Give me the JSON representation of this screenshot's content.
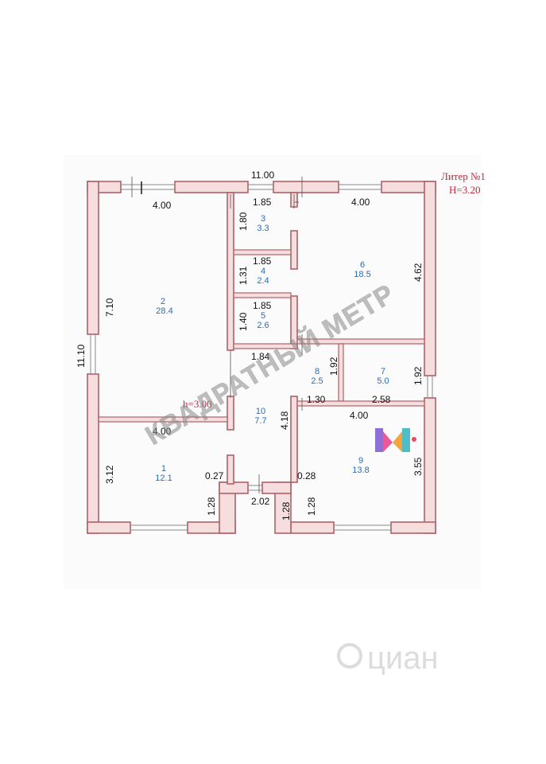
{
  "header": {
    "litera": "Литер №1",
    "height": "H=3.20"
  },
  "ceiling_note": "h=3.00",
  "watermark": "КВАДРАТНЫЙ МЕТР",
  "cian_mark": "циан",
  "rooms": [
    {
      "id": "room-1",
      "number": "1",
      "area": "12.1"
    },
    {
      "id": "room-2",
      "number": "2",
      "area": "28.4"
    },
    {
      "id": "room-3",
      "number": "3",
      "area": "3.3"
    },
    {
      "id": "room-4",
      "number": "4",
      "area": "2.4"
    },
    {
      "id": "room-5",
      "number": "5",
      "area": "2.6"
    },
    {
      "id": "room-6",
      "number": "6",
      "area": "18.5"
    },
    {
      "id": "room-7",
      "number": "7",
      "area": "5.0"
    },
    {
      "id": "room-8",
      "number": "8",
      "area": "2.5"
    },
    {
      "id": "room-9",
      "number": "9",
      "area": "13.8"
    },
    {
      "id": "room-10",
      "number": "10",
      "area": "7.7"
    }
  ],
  "dims": {
    "overall_width": "11.00",
    "overall_height": "11.10",
    "r2_width": "4.00",
    "r2_height": "7.10",
    "r3_width": "1.85",
    "r3_height": "1.80",
    "r4_width": "1.85",
    "r4_height": "1.31",
    "r5_width": "1.85",
    "r5_height": "1.40",
    "corridor_width": "1.84",
    "r6_width": "4.00",
    "r6_height": "4.62",
    "r8_height": "1.92",
    "r7_height": "1.92",
    "r8_width": "1.30",
    "r7_width": "2.58",
    "r1_width": "4.00",
    "r1_height": "3.12",
    "r10_height": "4.18",
    "r9_width": "4.00",
    "r9_height": "3.55",
    "porch_left_w": "0.27",
    "porch_right_w": "0.28",
    "porch_left_h": "1.28",
    "porch_right_h": "1.28",
    "porch_width": "2.02",
    "porch_right_h2": "1.28"
  }
}
